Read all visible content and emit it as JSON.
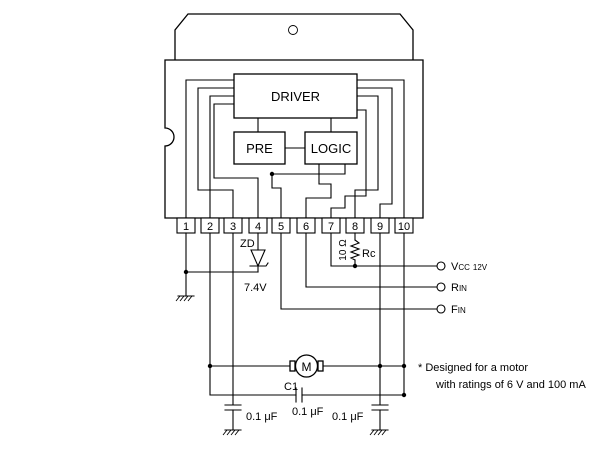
{
  "blocks": {
    "driver": "DRIVER",
    "pre": "PRE",
    "logic": "LOGIC"
  },
  "pins": [
    "1",
    "2",
    "3",
    "4",
    "5",
    "6",
    "7",
    "8",
    "9",
    "10"
  ],
  "components": {
    "zener_label": "ZD",
    "zener_voltage": "7.4V",
    "resistor_value": "10 Ω",
    "resistor_label": "Rc",
    "motor_label": "M",
    "capacitor_c1": "C1",
    "cap_left": "0.1 μF",
    "cap_middle": "0.1 μF",
    "cap_right": "0.1 μF"
  },
  "terminals": {
    "vcc_main": "V",
    "vcc_sub": "CC",
    "vcc_value": "12V",
    "rin_main": "R",
    "rin_sub": "IN",
    "fin_main": "F",
    "fin_sub": "IN"
  },
  "note": {
    "line1": "* Designed for a motor",
    "line2": "with ratings of 6 V and 100 mA"
  }
}
